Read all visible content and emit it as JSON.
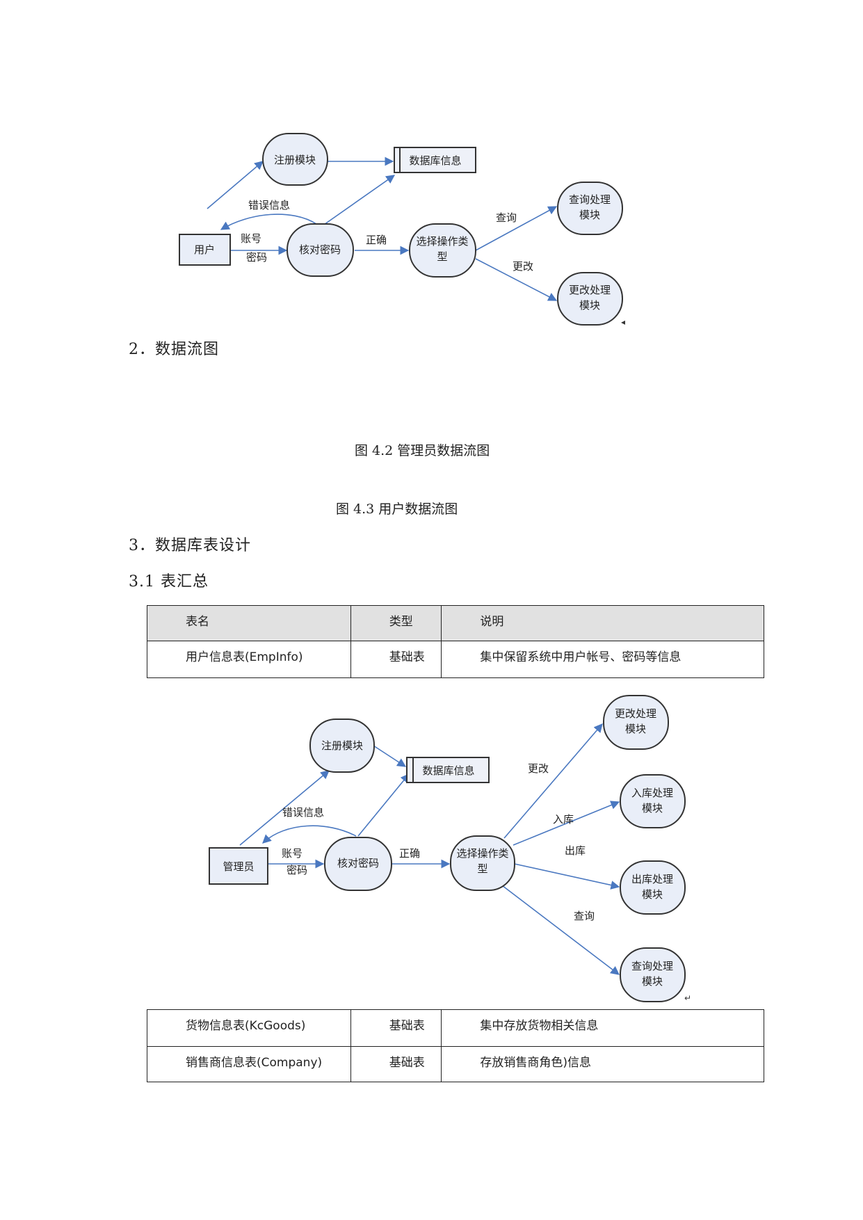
{
  "diagram_user": {
    "nodes": {
      "register": "注册模块",
      "database": "数据库信息",
      "user": "用户",
      "verify": "核对密码",
      "select_line1": "选择操作类",
      "select_line2": "型",
      "query_line1": "查询处理",
      "query_line2": "模块",
      "modify_line1": "更改处理",
      "modify_line2": "模块"
    },
    "edges": {
      "error": "错误信息",
      "account": "账号",
      "password": "密码",
      "correct": "正确",
      "query": "查询",
      "modify": "更改"
    }
  },
  "section_2_heading": "2．数据流图",
  "figure_4_2_caption": "图 4.2  管理员数据流图",
  "figure_4_3_caption": "图 4.3  用户数据流图",
  "section_3_heading": "3．数据库表设计",
  "section_3_1_heading": "3.1 表汇总",
  "table_header": {
    "name": "表名",
    "type": "类型",
    "desc": "说明"
  },
  "table_rows": [
    {
      "name": "用户信息表(EmpInfo)",
      "type": "基础表",
      "desc": "集中保留系统中用户帐号、密码等信息"
    },
    {
      "name": "货物信息表(KcGoods)",
      "type": "基础表",
      "desc": "集中存放货物相关信息"
    },
    {
      "name": "销售商信息表(Company)",
      "type": "基础表",
      "desc": "存放销售商角色)信息"
    }
  ],
  "diagram_admin": {
    "nodes": {
      "register": "注册模块",
      "database": "数据库信息",
      "admin": "管理员",
      "verify": "核对密码",
      "select_line1": "选择操作类",
      "select_line2": "型",
      "modify_line1": "更改处理",
      "modify_line2": "模块",
      "in_line1": "入库处理",
      "in_line2": "模块",
      "out_line1": "出库处理",
      "out_line2": "模块",
      "query_line1": "查询处理",
      "query_line2": "模块"
    },
    "edges": {
      "error": "错误信息",
      "account": "账号",
      "password": "密码",
      "correct": "正确",
      "modify": "更改",
      "in": "入库",
      "out": "出库",
      "query": "查询"
    }
  },
  "colors": {
    "node_fill": "#e9eef8",
    "edge": "#4a78c0",
    "table_header_bg": "#e1e1e1"
  }
}
